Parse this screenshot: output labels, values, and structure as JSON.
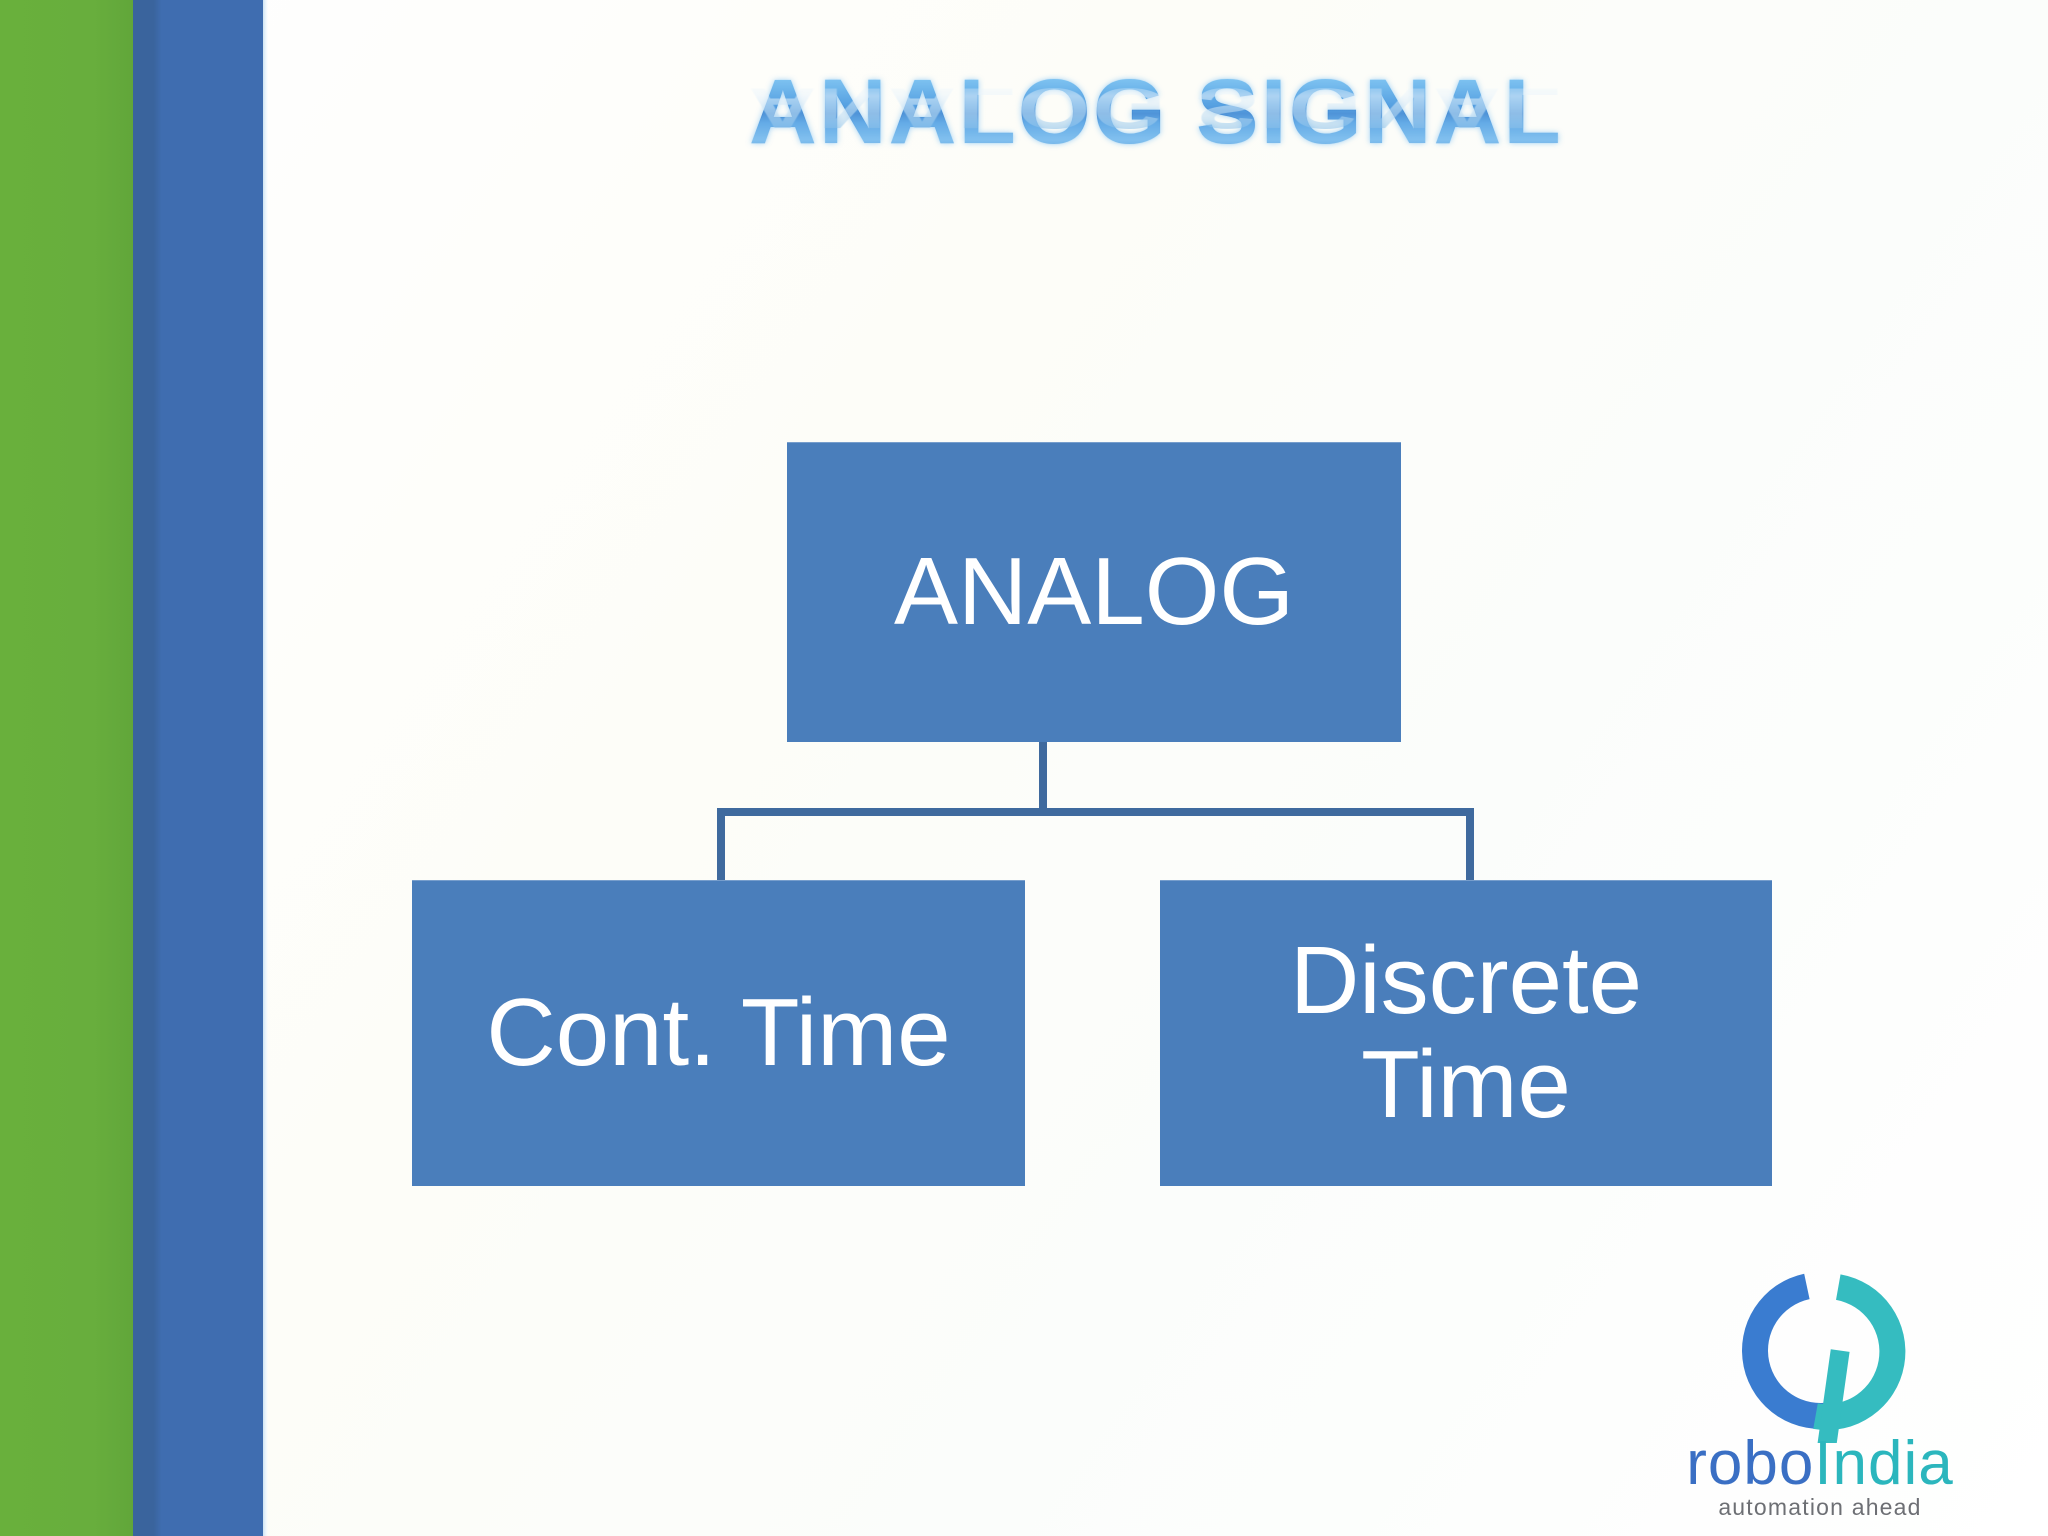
{
  "slide": {
    "title": "ANALOG SIGNAL",
    "background_color": "#fdfdfb"
  },
  "decor": {
    "left_bar_green_color": "#68ae3d",
    "left_bar_blue_color": "#3f6db0"
  },
  "diagram": {
    "type": "org-chart",
    "node_fill_color": "#4a7ebb",
    "node_text_color": "#ffffff",
    "connector_color": "#3f6a9e",
    "root": {
      "label": "ANALOG"
    },
    "children": [
      {
        "label": "Cont. Time"
      },
      {
        "label": "Discrete Time"
      }
    ]
  },
  "logo": {
    "name_first": "robo",
    "name_second": "India",
    "tagline": "automation ahead",
    "color_blue": "#3a6fc4",
    "color_teal": "#2bb6bd",
    "tagline_color": "#6d6f74"
  }
}
